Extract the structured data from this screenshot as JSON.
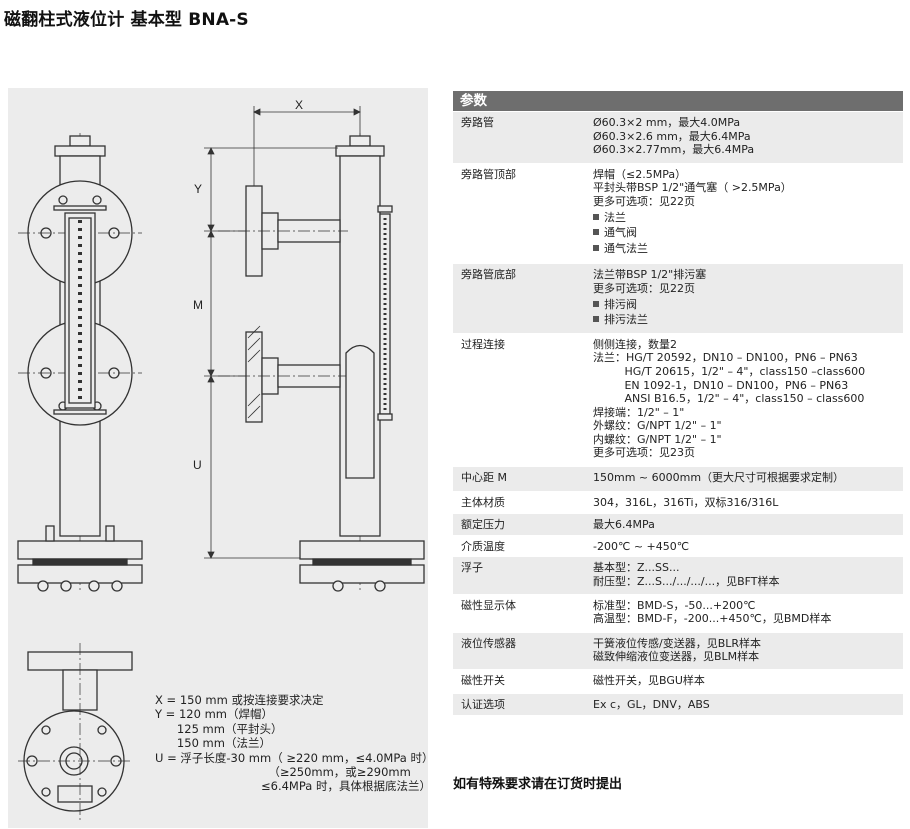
{
  "page": {
    "title": "磁翻柱式液位计 基本型 BNA-S"
  },
  "drawing": {
    "dim_labels": {
      "x": "X",
      "y": "Y",
      "m": "M",
      "u": "U"
    },
    "notes": [
      "X = 150 mm 或按连接要求决定",
      "Y = 120 mm（焊帽）",
      "      125 mm（平封头）",
      "      150 mm（法兰）",
      "U = 浮子长度-30 mm（ ≥220 mm，≤4.0MPa 时）",
      "                               （≥250mm，或≥290mm",
      "                             ≤6.4MPa 时，具体根据底法兰）"
    ]
  },
  "table": {
    "header": "参数",
    "rows": [
      {
        "name": "旁路管",
        "lines": [
          {
            "text": "Ø60.3×2 mm，最大4.0MPa"
          },
          {
            "text": "Ø60.3×2.6 mm，最大6.4MPa"
          },
          {
            "text": "Ø60.3×2.77mm，最大6.4MPa"
          }
        ]
      },
      {
        "name": "旁路管顶部",
        "lines": [
          {
            "text": "焊帽（≤2.5MPa）"
          },
          {
            "text": "平封头带BSP 1/2\"通气塞（ >2.5MPa）"
          },
          {
            "text": "更多可选项：见22页"
          },
          {
            "text": "法兰",
            "bullet": true
          },
          {
            "text": "通气阀",
            "bullet": true
          },
          {
            "text": "通气法兰",
            "bullet": true
          }
        ]
      },
      {
        "name": "旁路管底部",
        "lines": [
          {
            "text": "法兰带BSP 1/2\"排污塞"
          },
          {
            "text": "更多可选项：见22页"
          },
          {
            "text": "排污阀",
            "bullet": true
          },
          {
            "text": "排污法兰",
            "bullet": true
          }
        ]
      },
      {
        "name": "过程连接",
        "lines": [
          {
            "text": "侧侧连接，数量2"
          },
          {
            "text": "法兰：HG/T 20592，DN10 – DN100，PN6 – PN63"
          },
          {
            "text": "         HG/T 20615，1/2\" – 4\"，class150 –class600"
          },
          {
            "text": "         EN 1092-1，DN10 – DN100，PN6 – PN63"
          },
          {
            "text": "         ANSI B16.5，1/2\" – 4\"，class150 – class600"
          },
          {
            "text": "焊接端：1/2\" – 1\""
          },
          {
            "text": "外螺纹：G/NPT 1/2\" – 1\""
          },
          {
            "text": "内螺纹：G/NPT 1/2\" – 1\""
          },
          {
            "text": "更多可选项：见23页"
          }
        ]
      },
      {
        "name": "中心距 M",
        "lines": [
          {
            "text": "150mm ~ 6000mm（更大尺寸可根据要求定制）"
          }
        ]
      },
      {
        "name": "主体材质",
        "lines": [
          {
            "text": "304，316L，316Ti，双标316/316L"
          }
        ]
      },
      {
        "name": "额定压力",
        "lines": [
          {
            "text": "最大6.4MPa"
          }
        ]
      },
      {
        "name": "介质温度",
        "lines": [
          {
            "text": "-200℃ ~ +450℃"
          }
        ]
      },
      {
        "name": "浮子",
        "lines": [
          {
            "text": "基本型：Z...SS..."
          },
          {
            "text": "耐压型：Z...S.../.../.../...，见BFT样本"
          }
        ]
      },
      {
        "name": "磁性显示体",
        "lines": [
          {
            "text": "标准型：BMD-S，-50...+200℃"
          },
          {
            "text": "高温型：BMD-F，-200...+450℃，见BMD样本"
          }
        ]
      },
      {
        "name": "液位传感器",
        "lines": [
          {
            "text": "干簧液位传感/变送器，见BLR样本"
          },
          {
            "text": "磁致伸缩液位变送器，见BLM样本"
          }
        ]
      },
      {
        "name": "磁性开关",
        "lines": [
          {
            "text": "磁性开关，见BGU样本"
          }
        ]
      },
      {
        "name": "认证选项",
        "lines": [
          {
            "text": "Ex c，GL，DNV，ABS"
          }
        ]
      }
    ]
  },
  "footer": {
    "note": "如有特殊要求请在订货时提出"
  }
}
